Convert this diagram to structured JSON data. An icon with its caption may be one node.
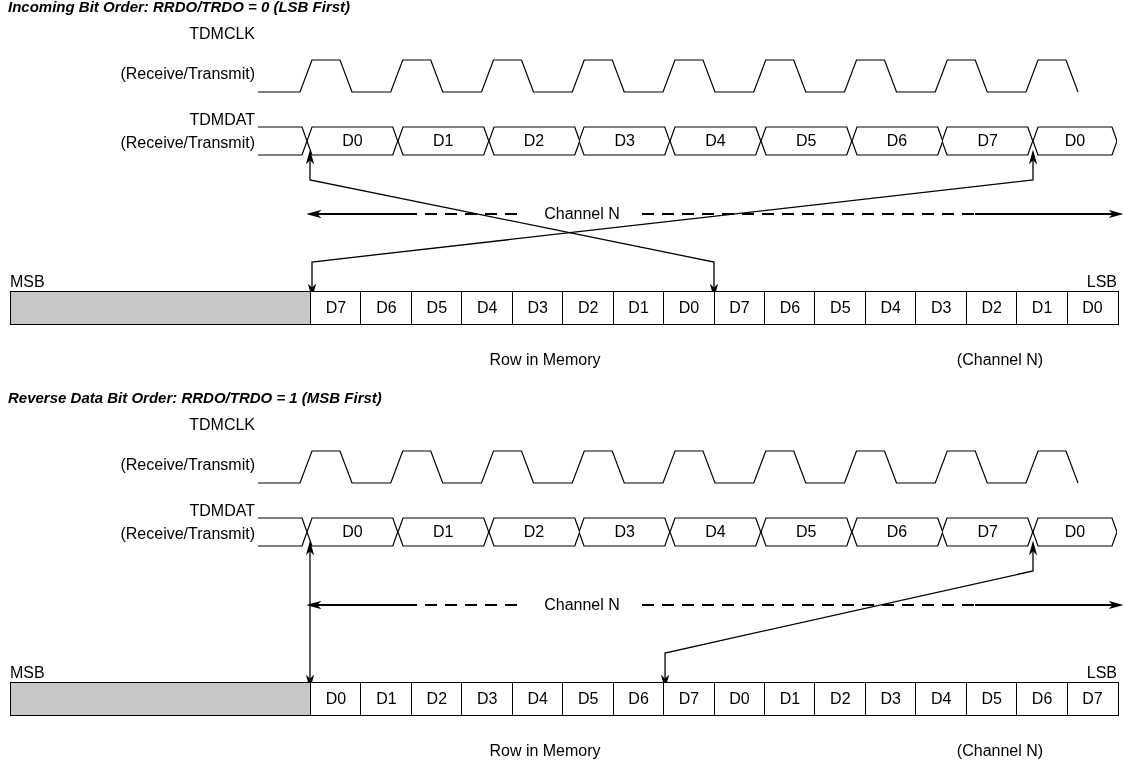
{
  "diagram": {
    "nodes": [
      {
        "text": [
          "D0"
        ]
      },
      {
        "text": [
          "D1"
        ]
      },
      {
        "text": [
          "D2"
        ]
      },
      {
        "text": [
          "D3"
        ]
      },
      {
        "text": [
          "D4"
        ]
      },
      {
        "text": [
          "D5"
        ]
      },
      {
        "text": [
          "D6"
        ]
      },
      {
        "text": [
          "D7"
        ]
      },
      {
        "text": [
          "D0"
        ]
      },
      {
        "text": [],
        "shape": "box"
      },
      {
        "text": [
          "D7"
        ]
      },
      {
        "text": [
          "D6"
        ]
      },
      {
        "text": [
          "D5"
        ]
      },
      {
        "text": [
          "D4"
        ]
      },
      {
        "text": [
          "D3"
        ]
      },
      {
        "text": [
          "D2"
        ]
      },
      {
        "text": [
          "D1"
        ]
      },
      {
        "text": [
          "D0"
        ]
      },
      {
        "text": [
          "D7"
        ]
      },
      {
        "text": [
          "D6"
        ]
      },
      {
        "text": [
          "D5"
        ]
      },
      {
        "text": [
          "D4"
        ]
      },
      {
        "text": [
          "D3"
        ]
      },
      {
        "text": [
          "D2"
        ]
      },
      {
        "text": [
          "D1"
        ]
      },
      {
        "text": [
          "D0"
        ]
      },
      {
        "text": [
          "D0"
        ]
      },
      {
        "text": [
          "D1"
        ]
      },
      {
        "text": [
          "D2"
        ]
      },
      {
        "text": [
          "D3"
        ]
      },
      {
        "text": [
          "D4"
        ]
      },
      {
        "text": [
          "D5"
        ]
      },
      {
        "text": [
          "D6"
        ]
      },
      {
        "text": [
          "D7"
        ]
      },
      {
        "text": [
          "D0"
        ]
      },
      {
        "text": [],
        "shape": "box"
      },
      {
        "text": [
          "D0"
        ]
      },
      {
        "text": [
          "D1"
        ]
      },
      {
        "text": [
          "D2"
        ]
      },
      {
        "text": [
          "D3"
        ]
      },
      {
        "text": [
          "D4"
        ]
      },
      {
        "text": [
          "D5"
        ]
      },
      {
        "text": [
          "D6"
        ]
      },
      {
        "text": [
          "D7"
        ]
      },
      {
        "text": [
          "D0"
        ]
      },
      {
        "text": [
          "D1"
        ]
      },
      {
        "text": [
          "D2"
        ]
      },
      {
        "text": [
          "D3"
        ]
      },
      {
        "text": [
          "D4"
        ]
      },
      {
        "text": [
          "D5"
        ]
      },
      {
        "text": [
          "D6"
        ]
      },
      {
        "text": [
          "D7"
        ]
      }
    ],
    "edges": [
      {
        "from": 0,
        "to": 17,
        "arrow": "both"
      },
      {
        "from": 7,
        "to": 10,
        "arrow": "both"
      },
      {
        "from": 26,
        "to": 36,
        "arrow": "both"
      },
      {
        "from": 33,
        "to": 43,
        "arrow": "both"
      }
    ],
    "labels": [
      "Incoming Bit Order: RRDO/TRDO = 0 (LSB First)",
      "TDMCLK",
      "(Receive/Transmit)",
      "TDMDAT",
      "(Receive/Transmit)",
      "Channel N",
      "MSB",
      "LSB",
      "Row in Memory",
      "(Channel N)",
      "Reverse Data Bit Order: RRDO/TRDO = 1 (MSB First)",
      "TDMCLK",
      "(Receive/Transmit)",
      "TDMDAT",
      "(Receive/Transmit)",
      "Channel N",
      "MSB",
      "LSB",
      "Row in Memory",
      "(Channel N)"
    ]
  }
}
